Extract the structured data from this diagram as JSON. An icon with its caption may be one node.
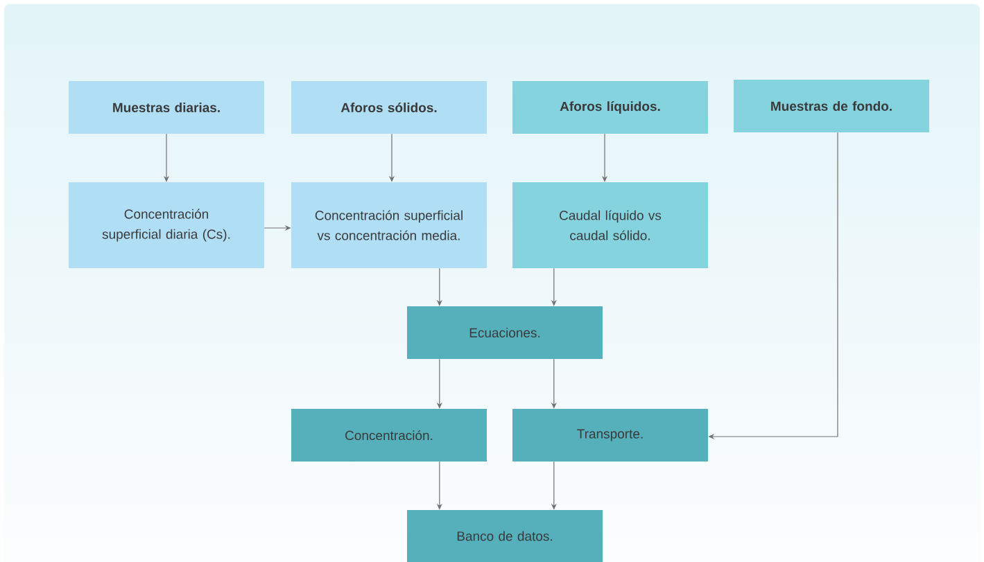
{
  "diagram": {
    "nodes": [
      {
        "text": [
          "Muestras diarias."
        ]
      },
      {
        "text": [
          "Aforos sólidos."
        ]
      },
      {
        "text": [
          "Aforos líquidos."
        ]
      },
      {
        "text": [
          "Muestras de fondo."
        ]
      },
      {
        "text": [
          "Concentración superficial diaria (Cs)."
        ]
      },
      {
        "text": [
          "Concentración superficial vs concentración media."
        ]
      },
      {
        "text": [
          "Caudal líquido vs caudal sólido."
        ]
      },
      {
        "text": [
          "Ecuaciones."
        ]
      },
      {
        "text": [
          "Concentración."
        ]
      },
      {
        "text": [
          "Transporte."
        ]
      },
      {
        "text": [
          "Banco de datos."
        ]
      }
    ],
    "edges": [
      {
        "from": 0,
        "to": 4,
        "arrow": "to"
      },
      {
        "from": 1,
        "to": 5,
        "arrow": "to"
      },
      {
        "from": 2,
        "to": 6,
        "arrow": "to"
      },
      {
        "from": 4,
        "to": 5,
        "arrow": "to"
      },
      {
        "from": 5,
        "to": 7,
        "arrow": "to"
      },
      {
        "from": 6,
        "to": 7,
        "arrow": "to"
      },
      {
        "from": 7,
        "to": 8,
        "arrow": "to"
      },
      {
        "from": 7,
        "to": 9,
        "arrow": "to"
      },
      {
        "from": 3,
        "to": 9,
        "arrow": "to"
      },
      {
        "from": 8,
        "to": 10,
        "arrow": "to"
      },
      {
        "from": 9,
        "to": 10,
        "arrow": "to"
      }
    ]
  }
}
